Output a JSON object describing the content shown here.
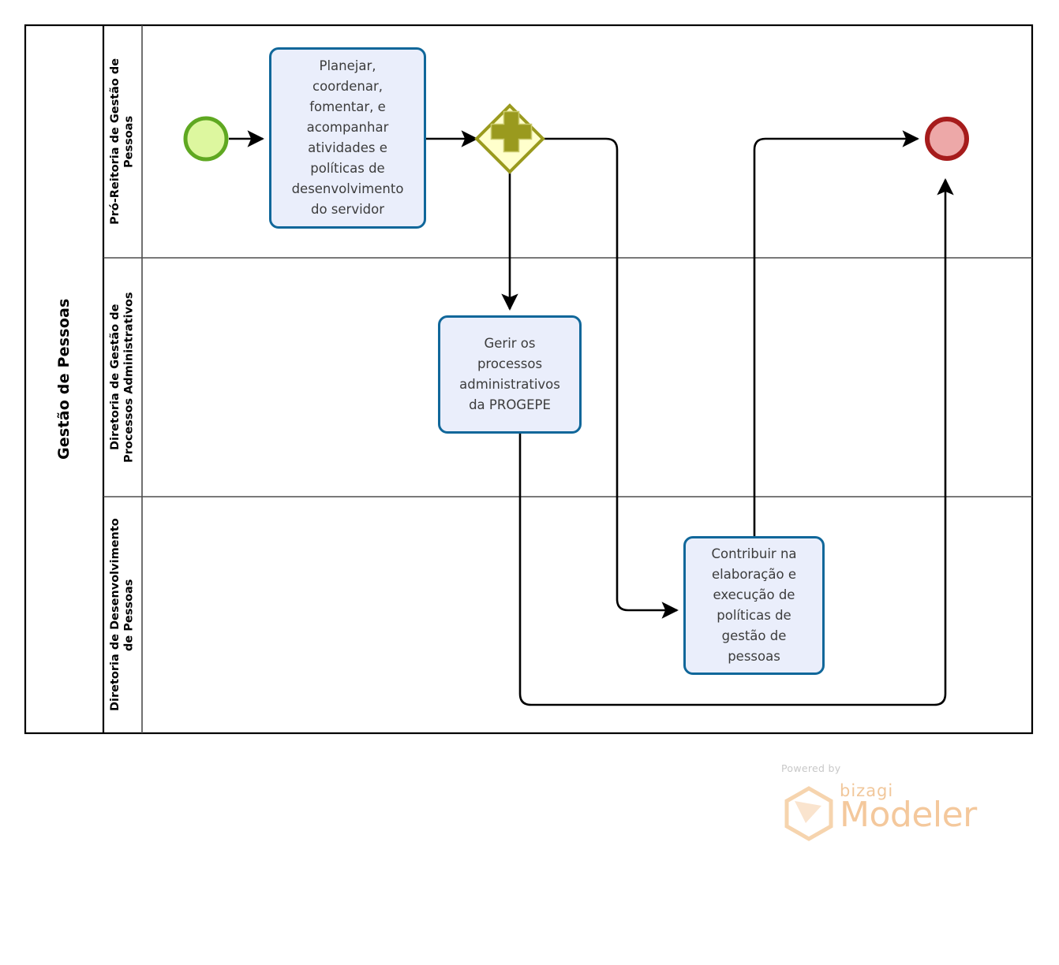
{
  "diagram": {
    "type": "bpmn-process",
    "pool": {
      "title": "Gestão de Pessoas"
    },
    "lanes": [
      {
        "id": "lane-pro-reitoria",
        "label": "Pró-Reitoria de Gestão de\nPessoas"
      },
      {
        "id": "lane-processos-adm",
        "label": "Diretoria de Gestão de\nProcessos Administrativos"
      },
      {
        "id": "lane-desenvolvimento",
        "label": "Diretoria de Desenvolvimento\nde Pessoas"
      }
    ],
    "nodes": [
      {
        "id": "start-event",
        "kind": "start-event",
        "lane": "lane-pro-reitoria",
        "label": ""
      },
      {
        "id": "task-planejar",
        "kind": "task",
        "lane": "lane-pro-reitoria",
        "label": "Planejar,\ncoordenar,\nfomentar, e\nacompanhar\natividades e\npolíticas de\ndesenvolvimento\ndo servidor"
      },
      {
        "id": "gateway-parallel",
        "kind": "parallel-gateway",
        "lane": "lane-pro-reitoria",
        "label": ""
      },
      {
        "id": "task-gerir",
        "kind": "task",
        "lane": "lane-processos-adm",
        "label": "Gerir os\nprocessos\nadministrativos\nda PROGEPE"
      },
      {
        "id": "task-contribuir",
        "kind": "task",
        "lane": "lane-desenvolvimento",
        "label": "Contribuir na\nelaboração e\nexecução de\npolíticas de\ngestão de\npessoas"
      },
      {
        "id": "end-event",
        "kind": "end-event",
        "lane": "lane-pro-reitoria",
        "label": ""
      }
    ],
    "flows": [
      {
        "from": "start-event",
        "to": "task-planejar"
      },
      {
        "from": "task-planejar",
        "to": "gateway-parallel"
      },
      {
        "from": "gateway-parallel",
        "to": "task-gerir"
      },
      {
        "from": "gateway-parallel",
        "to": "task-contribuir"
      },
      {
        "from": "task-contribuir",
        "to": "end-event"
      },
      {
        "from": "task-gerir",
        "to": "end-event"
      }
    ],
    "colors": {
      "task_border": "#10679a",
      "task_fill": "#eaeefb",
      "gateway_border": "#9a9a1e",
      "gateway_fill": "#ffffcc",
      "start_border": "#5fa821",
      "start_fill": "#ddf79f",
      "end_border": "#a61c1c",
      "end_fill": "#eda8a8",
      "pool_border": "#000000",
      "lane_border": "#4d4d4d",
      "connector": "#000000"
    }
  },
  "footer": {
    "powered_by": "Powered by",
    "brand": "bizagi",
    "product": "Modeler",
    "logo_icon": "bizagi-hexagon-logo"
  }
}
